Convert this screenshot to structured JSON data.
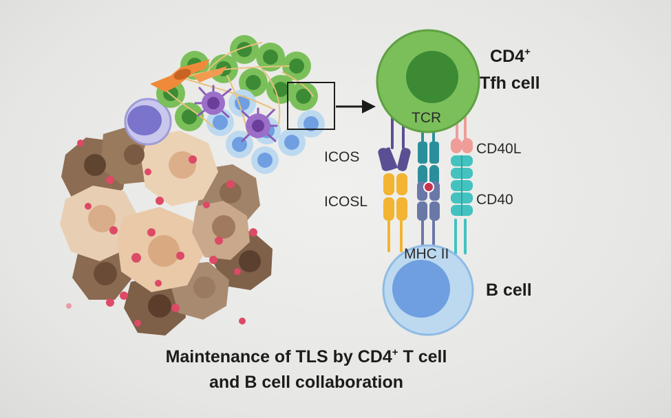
{
  "labels": {
    "tfh_line1": "CD4",
    "tfh_sup": "+",
    "tfh_line2": "Tfh cell",
    "tcr": "TCR",
    "icos": "ICOS",
    "icosl": "ICOSL",
    "cd40l": "CD40L",
    "cd40": "CD40",
    "mhc2": "MHC II",
    "bcell": "B cell"
  },
  "caption": {
    "line1_pre": "Maintenance of TLS by CD4",
    "line1_sup": "+",
    "line1_post": " T cell",
    "line2": "and B cell collaboration"
  },
  "colors": {
    "tfh_cell": "#7bbf5a",
    "tfh_nucleus": "#3c8a34",
    "b_cell": "#bcd9f0",
    "b_nucleus": "#6f9fe0",
    "icos": "#5a4f93",
    "icosl": "#f2b431",
    "tcr": "#2b8f9b",
    "mhc2": "#6a78a8",
    "cd40l": "#ef9d98",
    "cd40": "#43c2bf",
    "tumor_light": "#e9c8a6",
    "tumor_dark": "#8c6a4c",
    "dot": "#dc4a66"
  }
}
